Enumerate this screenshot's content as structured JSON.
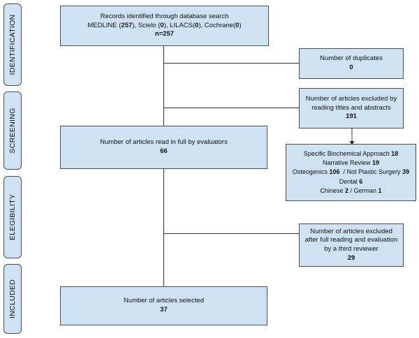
{
  "stages": [
    {
      "id": "identification",
      "label": "IDENTIFICATION"
    },
    {
      "id": "screening",
      "label": "SCREENING"
    },
    {
      "id": "elegibility",
      "label": "ELEGIBILITY"
    },
    {
      "id": "included",
      "label": "INCLUDED"
    }
  ],
  "identified": {
    "line1": "Records identified through database search",
    "medline_label": "MEDLINE (",
    "medline_count": "257",
    "scielo_label": "), Scielo (",
    "scielo_count": "0",
    "lilacs_label": "), LILACS(",
    "lilacs_count": "0",
    "cochrane_label": "), Cochrane(",
    "cochrane_count": "0",
    "close": ")",
    "total": "n=257"
  },
  "duplicates": {
    "label": "Number of duplicates",
    "count": "0"
  },
  "excluded_titles": {
    "line1": "Number of articles excluded by",
    "line2": "reading titles and abstracts",
    "count": "191"
  },
  "read_full": {
    "label": "Number of articles read in full by evaluators",
    "count": "66"
  },
  "exclusion_reasons": {
    "biochem_label": "Specific Biochemical Approach",
    "biochem_count": "18",
    "narrative_label": "Narrative Review",
    "narrative_count": "19",
    "osteo_label": "Osteogenics",
    "osteo_count": "106",
    "plastic_label": "/ Not Plastic Surgery",
    "plastic_count": "39",
    "dental_label": "Dental",
    "dental_count": "6",
    "chinese_label": "Chinese",
    "chinese_count": "2",
    "german_label": "/ German",
    "german_count": "1"
  },
  "excluded_full": {
    "line1": "Number of articles excluded",
    "line2": "after full reading and evaluation",
    "line3": "by a third reviewer",
    "count": "29"
  },
  "selected": {
    "label": "Number of articles selected",
    "count": "37"
  }
}
